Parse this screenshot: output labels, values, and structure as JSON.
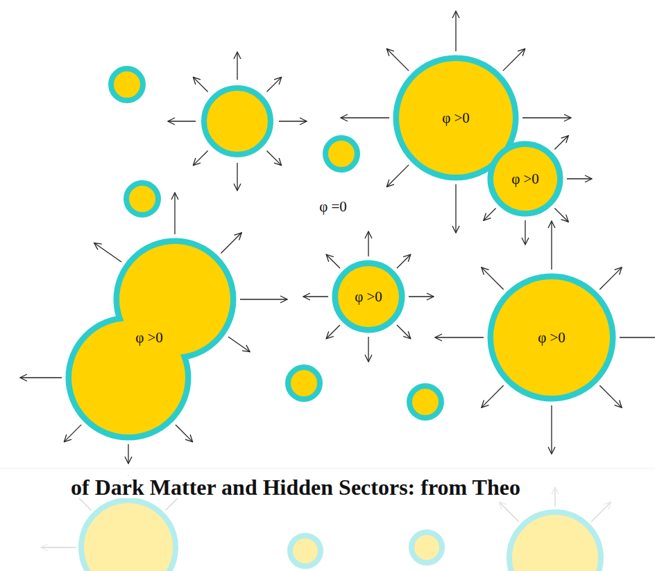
{
  "diagram": {
    "nodes": [
      {
        "text": [
          "φ >0"
        ]
      },
      {
        "text": [
          "φ >0"
        ]
      },
      {
        "text": [
          "φ >0"
        ]
      },
      {
        "text": [
          "φ >0"
        ]
      },
      {
        "text": [
          "φ >0"
        ]
      }
    ],
    "labels": [
      "φ =0",
      "of Dark Matter and Hidden Sectors: from Theo"
    ]
  }
}
